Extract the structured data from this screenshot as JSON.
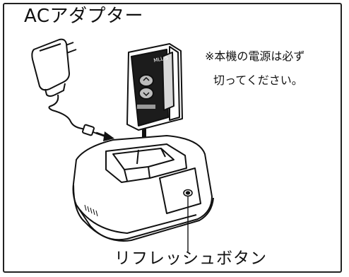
{
  "title": "ACアダプター",
  "note": {
    "line1": "※本機の電源は必ず",
    "line2": "切ってください。"
  },
  "callout": {
    "refresh_button": "リフレッシュボタン"
  },
  "device": {
    "model_label": "MLL-S"
  },
  "icons": [
    "ac-adapter-icon",
    "battery-pack-icon",
    "charger-icon",
    "insert-arrow-icon",
    "refresh-button-icon"
  ]
}
